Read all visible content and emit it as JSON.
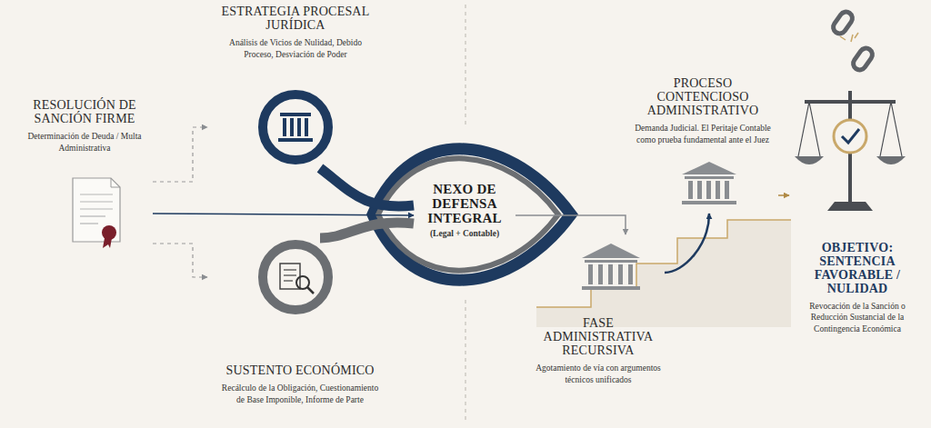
{
  "diagram": {
    "nodes": [
      {
        "text": [
          "RESOLUCIÓN DE SANCIÓN FIRME",
          "Determinación de Deuda / Multa Administrativa"
        ]
      },
      {
        "text": [
          "ESTRATEGIA PROCESAL JURÍDICA",
          "Análisis de Vicios de Nulidad, Debido Proceso, Desviación de Poder"
        ]
      },
      {
        "text": [
          "SUSTENTO ECONÓMICO",
          "Recálculo de la Obligación, Cuestionamiento de Base Imponible, Informe de Parte"
        ]
      },
      {
        "text": [
          "NEXO DE DEFENSA INTEGRAL",
          "(Legal + Contable)"
        ]
      },
      {
        "text": [
          "FASE ADMINISTRATIVA RECURSIVA",
          "Agotamiento de vía con argumentos técnicos unificados"
        ]
      },
      {
        "text": [
          "PROCESO CONTENCIOSO ADMINISTRATIVO",
          "Demanda Judicial. El Peritaje Contable como prueba fundamental ante el Juez"
        ]
      },
      {
        "text": [
          "OBJETIVO: SENTENCIA FAVORABLE / NULIDAD",
          "Revocación de la Sanción o Reducción Sustancial de la Contingencia Económica"
        ]
      }
    ],
    "edges": [
      {
        "from": 0,
        "to": 3,
        "arrow": "to"
      },
      {
        "from": 0,
        "to": 1,
        "arrow": "to"
      },
      {
        "from": 0,
        "to": 2,
        "arrow": "to"
      },
      {
        "from": 1,
        "to": 3,
        "arrow": "none"
      },
      {
        "from": 2,
        "to": 3,
        "arrow": "none"
      },
      {
        "from": 3,
        "to": 4,
        "arrow": "to"
      },
      {
        "from": 4,
        "to": 5,
        "arrow": "to"
      },
      {
        "from": 5,
        "to": 6,
        "arrow": "to"
      }
    ]
  }
}
